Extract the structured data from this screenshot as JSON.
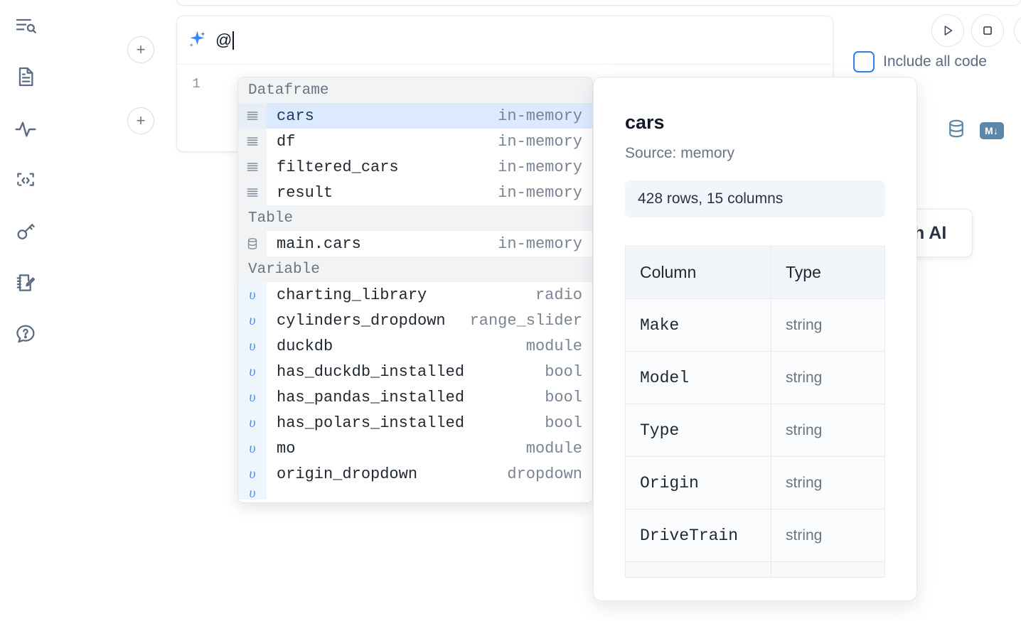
{
  "sidebar": {
    "items": [
      {
        "name": "outline-search-icon",
        "label": "Explore"
      },
      {
        "name": "document-icon",
        "label": "Notebook"
      },
      {
        "name": "activity-pulse-icon",
        "label": "Activity"
      },
      {
        "name": "code-snippet-icon",
        "label": "Snippets"
      },
      {
        "name": "key-icon",
        "label": "Secrets"
      },
      {
        "name": "notebook-edit-icon",
        "label": "Scratchpad"
      },
      {
        "name": "help-chat-icon",
        "label": "Help"
      }
    ]
  },
  "toolbar": {
    "add_label": "+",
    "run_label": "Run",
    "stop_label": "Stop",
    "include_all_code_label": "Include all code",
    "include_all_code_checked": false,
    "sql_icon": "database-icon",
    "markdown_badge": "M↓"
  },
  "ai_card": {
    "text": "h AI"
  },
  "cell": {
    "prompt_value": "@",
    "prompt_icon": "sparkle-icon",
    "line_number": "1"
  },
  "autocomplete": {
    "groups": [
      {
        "label": "Dataframe",
        "icon": "dataframe-icon",
        "items": [
          {
            "name": "cars",
            "kind": "in-memory",
            "selected": true
          },
          {
            "name": "df",
            "kind": "in-memory",
            "selected": false
          },
          {
            "name": "filtered_cars",
            "kind": "in-memory",
            "selected": false
          },
          {
            "name": "result",
            "kind": "in-memory",
            "selected": false
          }
        ]
      },
      {
        "label": "Table",
        "icon": "table-icon",
        "items": [
          {
            "name": "main.cars",
            "kind": "in-memory",
            "selected": false
          }
        ]
      },
      {
        "label": "Variable",
        "icon": "variable-icon",
        "items": [
          {
            "name": "charting_library",
            "kind": "radio",
            "selected": false
          },
          {
            "name": "cylinders_dropdown",
            "kind": "range_slider",
            "selected": false
          },
          {
            "name": "duckdb",
            "kind": "module",
            "selected": false
          },
          {
            "name": "has_duckdb_installed",
            "kind": "bool",
            "selected": false
          },
          {
            "name": "has_pandas_installed",
            "kind": "bool",
            "selected": false
          },
          {
            "name": "has_polars_installed",
            "kind": "bool",
            "selected": false
          },
          {
            "name": "mo",
            "kind": "module",
            "selected": false
          },
          {
            "name": "origin_dropdown",
            "kind": "dropdown",
            "selected": false
          }
        ]
      }
    ]
  },
  "info_panel": {
    "title": "cars",
    "source": "Source: memory",
    "shape": "428 rows, 15 columns",
    "table": {
      "headers": [
        "Column",
        "Type"
      ],
      "rows": [
        {
          "column": "Make",
          "type": "string"
        },
        {
          "column": "Model",
          "type": "string"
        },
        {
          "column": "Type",
          "type": "string"
        },
        {
          "column": "Origin",
          "type": "string"
        },
        {
          "column": "DriveTrain",
          "type": "string"
        }
      ]
    }
  },
  "colors": {
    "accent": "#2f80ed",
    "sparkle": "#3b82f6",
    "selected_row": "#dbeafe",
    "group_header": "#f1f3f5",
    "icon": "#5c6a82",
    "tool_icon": "#5b87a8"
  }
}
